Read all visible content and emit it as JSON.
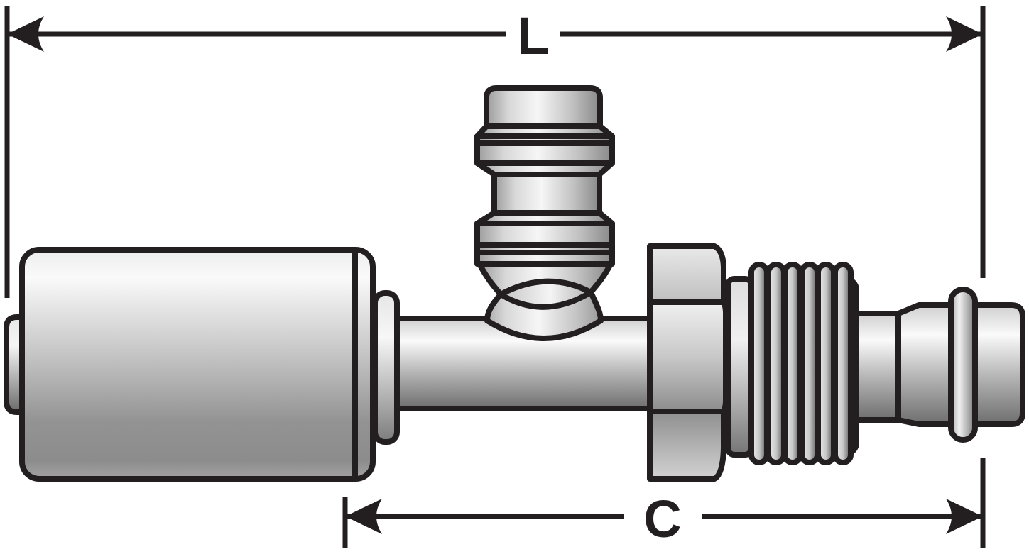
{
  "diagram": {
    "type": "technical-dimension-drawing",
    "subject": "beadlock A/C hose coupling with service port, side view",
    "labels": {
      "overall_length": "L",
      "cut_off_length": "C"
    },
    "colors": {
      "outline": "#231f20",
      "background": "#ffffff",
      "metal_highlight": "#f7f7f7",
      "metal_mid": "#bdbdbd",
      "metal_shadow": "#6e6e6e"
    }
  }
}
